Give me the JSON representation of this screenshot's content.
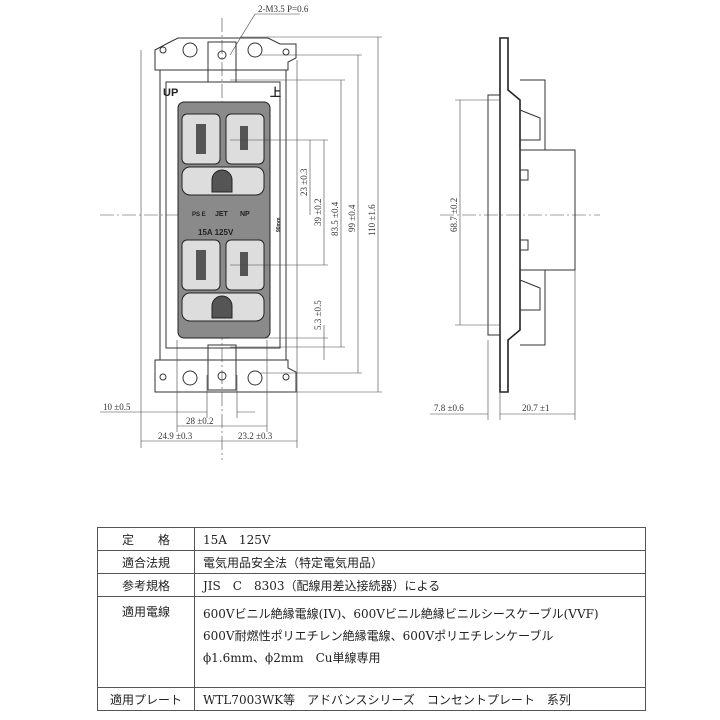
{
  "drawing": {
    "screw_callout": "2-M3.5 P=0.6",
    "up_label": "UP",
    "up_label_jp": "上",
    "face_marks": {
      "pse": "PS E",
      "jet": "JET",
      "np": "NP",
      "rating": "15A 125V",
      "side_mark": "90mm"
    },
    "front_dimensions": {
      "d23": "23 ±0.3",
      "d39": "39 ±0.2",
      "d83": "83.5 ±0.4",
      "d99": "99 ±0.4",
      "d110": "110 ±1.6",
      "d5": "5.3 ±0.5",
      "d10": "10 ±0.5",
      "d28": "28 ±0.2",
      "d249": "24.9 ±0.3",
      "d232": "23.2 ±0.3"
    },
    "side_dimensions": {
      "d687": "68.7 ±0.2",
      "d78": "7.8 ±0.6",
      "d207": "20.7 ±1"
    }
  },
  "spec_table": {
    "rows": [
      {
        "label": "定　　格",
        "value": [
          "15A　125V"
        ]
      },
      {
        "label": "適合法規",
        "value": [
          "電気用品安全法（特定電気用品）"
        ]
      },
      {
        "label": "参考規格",
        "value": [
          "JIS　C　8303（配線用差込接続器）による"
        ]
      },
      {
        "label": "適用電線",
        "value": [
          "600Vビニル絶縁電線(IV)、600Vビニル絶縁ビニルシースケーブル(VVF)",
          "600V耐燃性ポリエチレン絶縁電線、600Vポリエチレンケーブル",
          "ϕ1.6mm、ϕ2mm　Cu単線専用"
        ]
      },
      {
        "label": "適用プレート",
        "value": [
          "WTL7003WK等　アドバンスシリーズ　コンセントプレート　系列"
        ]
      }
    ]
  }
}
